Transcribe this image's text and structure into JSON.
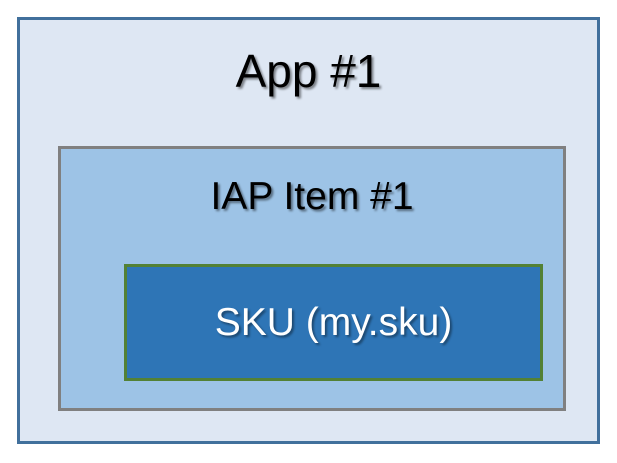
{
  "diagram": {
    "title": "IAP hierarchy nesting diagram",
    "type": "nested-containment",
    "levels": [
      {
        "name": "app",
        "label": "App #1",
        "fill": "#DEE7F3",
        "border": "#41709C",
        "text_color": "#000000"
      },
      {
        "name": "iap-item",
        "label": "IAP Item #1",
        "fill": "#9DC3E6",
        "border": "#808080",
        "text_color": "#000000"
      },
      {
        "name": "sku",
        "label": "SKU (my.sku)",
        "fill": "#2E75B6",
        "border": "#538135",
        "text_color": "#FFFFFF"
      }
    ]
  }
}
